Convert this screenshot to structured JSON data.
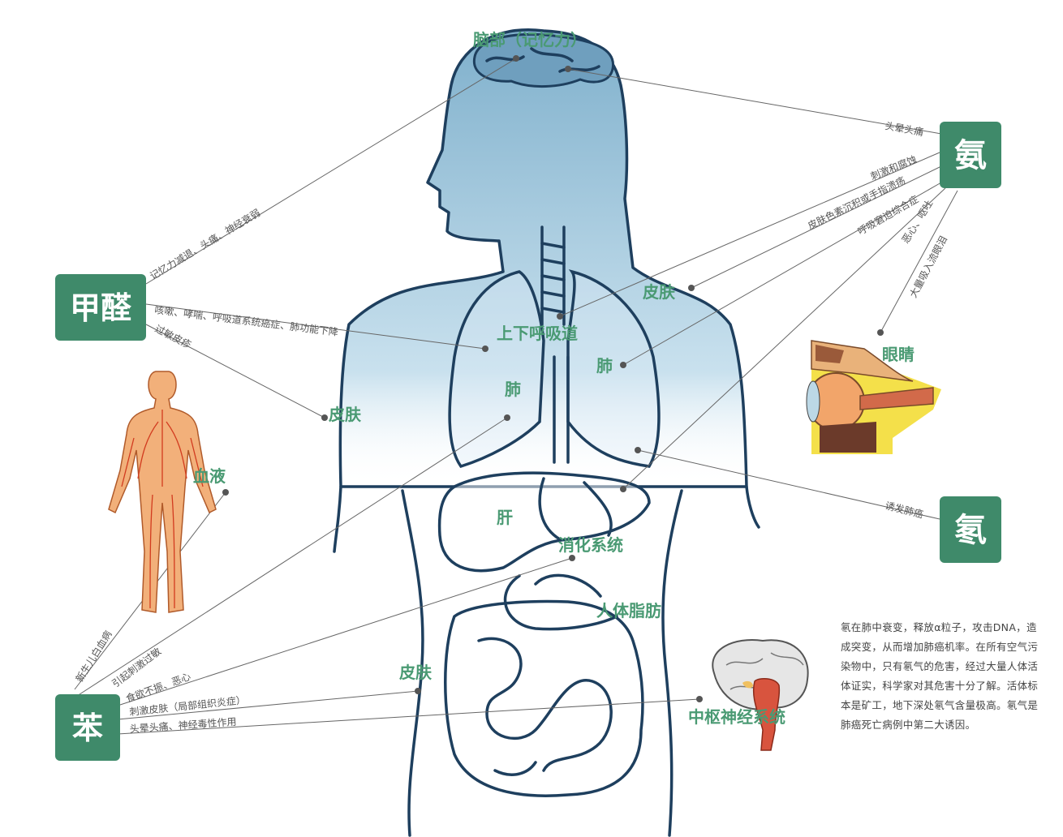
{
  "organs": {
    "brain": "脑部（记忆力）",
    "airway": "上下呼吸道",
    "skin_right": "皮肤",
    "lung_right": "肺",
    "lung_left": "肺",
    "skin_left": "皮肤",
    "liver": "肝",
    "digestive": "消化系统",
    "body_fat": "人体脂肪",
    "skin_lower": "皮肤",
    "blood": "血液",
    "eyes": "眼睛",
    "cns": "中枢神经系统"
  },
  "substances": {
    "formaldehyde": "甲醛",
    "ammonia": "氨",
    "radon": "氡",
    "benzene": "苯"
  },
  "effects": {
    "formaldehyde_memory": "记忆力减退、头痛、神经衰弱",
    "formaldehyde_cough": "咳嗽、哮喘、呼吸道系统癌症、肺功能下降",
    "formaldehyde_allergy": "过敏皮疹",
    "ammonia_headache": "头晕头痛",
    "ammonia_irritation": "刺激和腐蚀",
    "ammonia_skin": "皮肤色素沉积或手指溃疡",
    "ammonia_respiratory": "呼吸窘迫综合症",
    "ammonia_nausea": "恶心、呕吐",
    "ammonia_tears": "大量吸入流眼泪",
    "radon_cancer": "诱发肺癌",
    "benzene_leukemia": "新生儿白血病",
    "benzene_allergy": "引起刺激过敏",
    "benzene_appetite": "食欲不振、恶心",
    "benzene_skin": "刺激皮肤（局部组织炎症）",
    "benzene_nerve": "头晕头痛、神经毒性作用"
  },
  "note": "氡在肺中衰变，释放α粒子，攻击DNA，造成突变，从而增加肺癌机率。在所有空气污染物中，只有氡气的危害，经过大量人体活体证实，科学家对其危害十分了解。活体标本是矿工，地下深处氡气含量极高。氡气是肺癌死亡病例中第二大诱因。",
  "colors": {
    "badge": "#3f8a6a",
    "label": "#4a9a73",
    "body_fill_top": "#7fb0cc",
    "outline": "#1e3f5e"
  }
}
